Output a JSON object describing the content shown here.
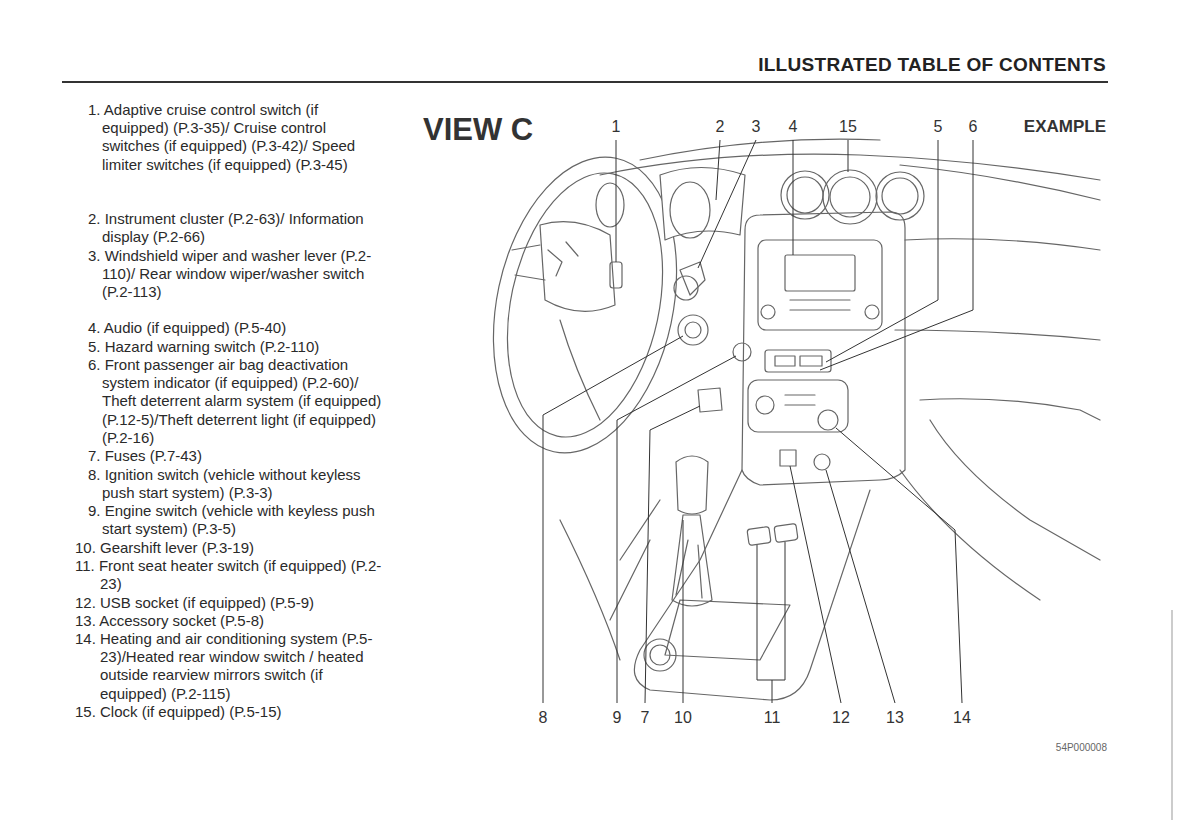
{
  "diagram": {
    "title": "ILLUSTRATED TABLE OF CONTENTS",
    "labels": [
      "VIEW C",
      "EXAMPLE",
      "1. Adaptive cruise control switch (if equipped) (P.3-35)/ Cruise control switches (if equipped) (P.3-42)/ Speed limiter switches (if equipped) (P.3-45)",
      "2. Instrument cluster (P.2-63)/ Information display (P.2-66)",
      "3. Windshield wiper and washer lever (P.2-110)/ Rear window wiper/washer switch (P.2-113)",
      "4. Audio (if equipped) (P.5-40)",
      "5. Hazard warning switch (P.2-110)",
      "6. Front passenger air bag deactivation system indicator (if equipped) (P.2-60)/ Theft deterrent alarm system (if equipped) (P.12-5)/Theft deterrent light (if equipped) (P.2-16)",
      "7. Fuses (P.7-43)",
      "8. Ignition switch (vehicle without keyless push start system) (P.3-3)",
      "9. Engine switch (vehicle with keyless push start system) (P.3-5)",
      "10. Gearshift lever (P.3-19)",
      "11. Front seat heater switch (if equipped) (P.2-23)",
      "12. USB socket (if equipped) (P.5-9)",
      "13. Accessory socket (P.5-8)",
      "14. Heating and air conditioning system (P.5-23)/Heated rear window switch / heated outside rearview mirrors switch (if equipped) (P.2-115)",
      "15. Clock (if equipped) (P.5-15)",
      "1",
      "2",
      "3",
      "4",
      "15",
      "5",
      "6",
      "8",
      "9",
      "7",
      "10",
      "11",
      "12",
      "13",
      "14",
      "54P000008"
    ]
  }
}
